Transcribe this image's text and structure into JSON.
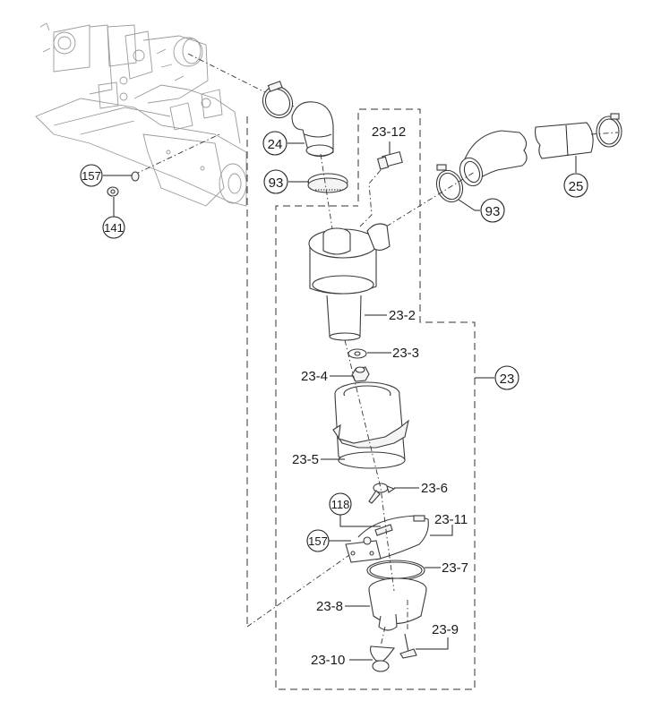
{
  "diagram": {
    "title": "Air cleaner assembly - exploded parts view",
    "callouts": {
      "c24": "24",
      "c25": "25",
      "c93a": "93",
      "c93b": "93",
      "c157a": "157",
      "c157b": "157",
      "c141": "141",
      "c118": "118",
      "c23": "23"
    },
    "labels": {
      "l23_12": "23-12",
      "l23_2": "23-2",
      "l23_3": "23-3",
      "l23_4": "23-4",
      "l23_5": "23-5",
      "l23_6": "23-6",
      "l23_11": "23-11",
      "l23_7": "23-7",
      "l23_8": "23-8",
      "l23_9": "23-9",
      "l23_10": "23-10"
    }
  }
}
